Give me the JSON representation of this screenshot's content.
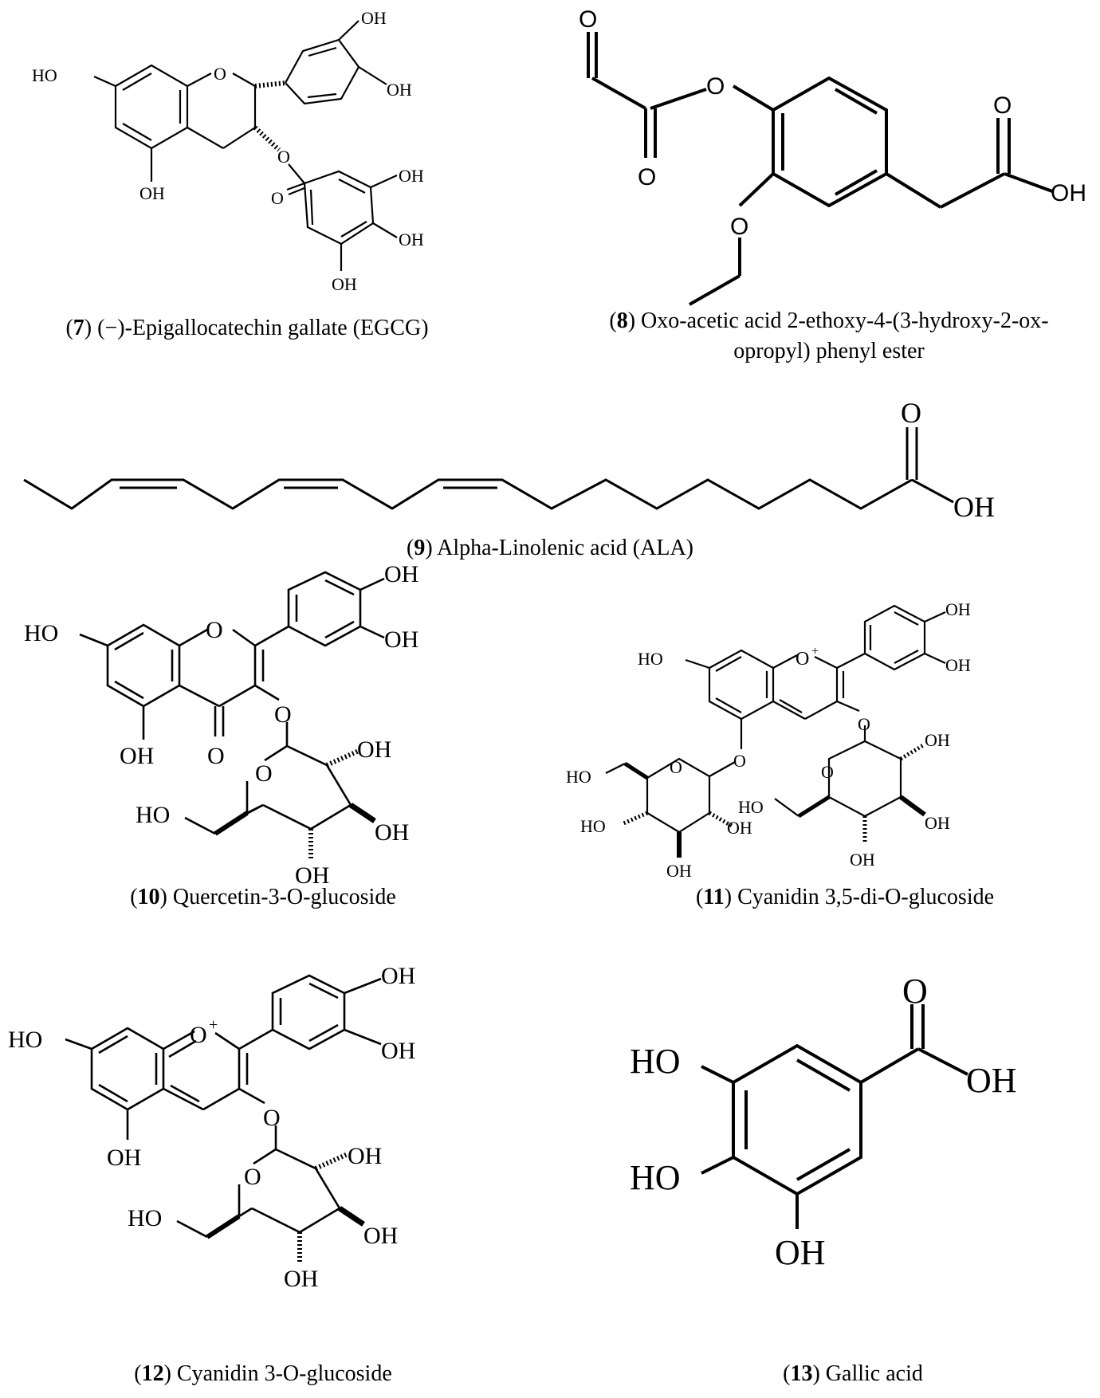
{
  "compounds": [
    {
      "number": "7",
      "name": "(−)-Epigallocatechin gallate (EGCG)",
      "icon": "egcg-structure"
    },
    {
      "number": "8",
      "name_line1": "Oxo-acetic acid 2-ethoxy-4-(3-hydroxy-2-ox-",
      "name_line2": "opropyl) phenyl ester",
      "icon": "oxo-acetic-ester-structure"
    },
    {
      "number": "9",
      "name": "Alpha-Linolenic acid (ALA)",
      "icon": "ala-structure"
    },
    {
      "number": "10",
      "name": "Quercetin-3-O-glucoside",
      "icon": "quercetin-glucoside-structure"
    },
    {
      "number": "11",
      "name": "Cyanidin 3,5-di-O-glucoside",
      "icon": "cyanidin-diglucoside-structure"
    },
    {
      "number": "12",
      "name": "Cyanidin 3-O-glucoside",
      "icon": "cyanidin-glucoside-structure"
    },
    {
      "number": "13",
      "name": "Gallic acid",
      "icon": "gallic-acid-structure"
    }
  ],
  "labels": {
    "oh": "OH",
    "ho": "HO",
    "o": "O",
    "o_plus": "O",
    "plus": "+"
  }
}
